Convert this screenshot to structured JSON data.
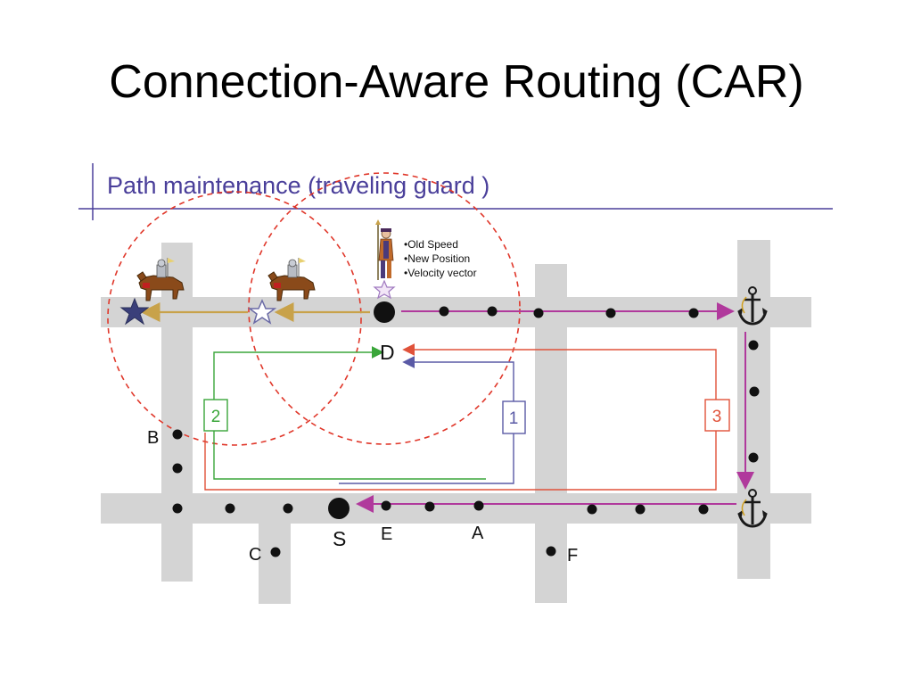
{
  "slide": {
    "title": "Connection-Aware Routing (CAR)"
  },
  "diagram": {
    "subtitle": "Path maintenance (traveling guard )",
    "guard_notes": [
      "•Old Speed",
      "•New Position",
      "•Velocity vector"
    ],
    "node_labels": {
      "D": "D",
      "S": "S",
      "A": "A",
      "B": "B",
      "C": "C",
      "E": "E",
      "F": "F"
    },
    "path_labels": [
      "2",
      "1",
      "3"
    ],
    "colors": {
      "road": "#d4d4d4",
      "guard_path": "#c8a24a",
      "forward_path": "#b0399c",
      "path_1": "#5a5aa6",
      "path_2": "#3aa63a",
      "path_3": "#e0523a",
      "circle": "#e0372a",
      "subtitle": "#4a3f9a"
    },
    "icons": [
      "knight-on-horse-icon",
      "guard-icon",
      "star-icon",
      "anchor-icon"
    ]
  }
}
